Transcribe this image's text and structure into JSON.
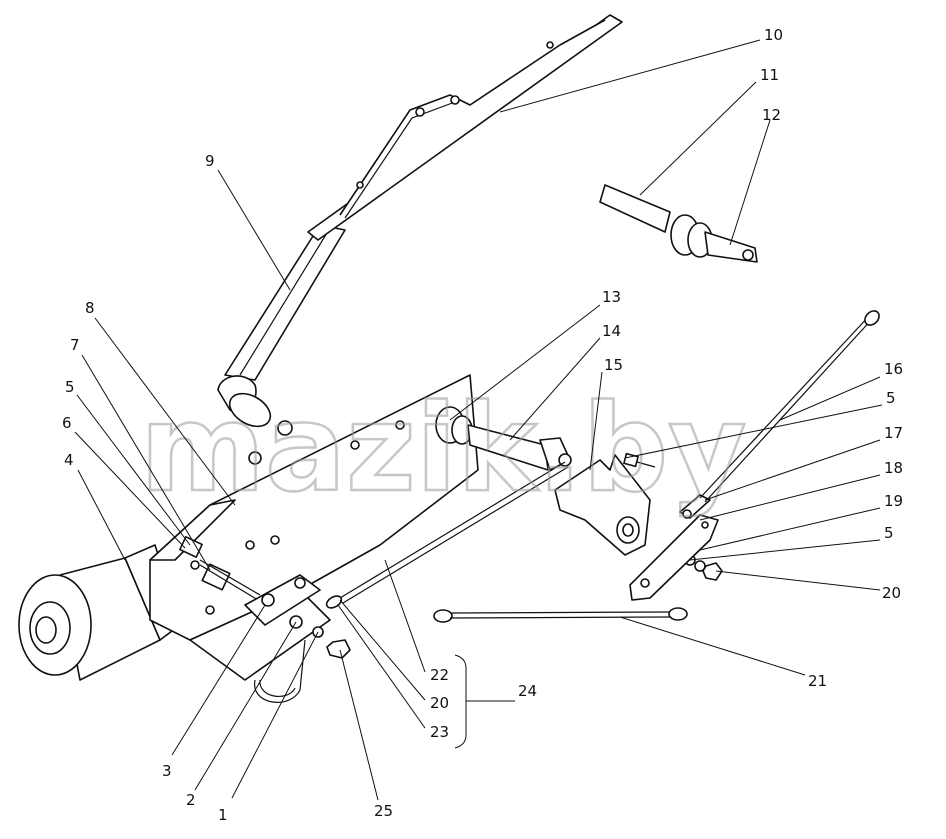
{
  "watermark": "mazik.by",
  "labels": {
    "l1": "1",
    "l2": "2",
    "l3": "3",
    "l4": "4",
    "l5a": "5",
    "l5b": "5",
    "l5c": "5",
    "l6": "6",
    "l7": "7",
    "l8": "8",
    "l9": "9",
    "l10": "10",
    "l11": "11",
    "l12": "12",
    "l13": "13",
    "l14": "14",
    "l15": "15",
    "l16": "16",
    "l17": "17",
    "l18": "18",
    "l19": "19",
    "l20a": "20",
    "l20b": "20",
    "l21": "21",
    "l22": "22",
    "l23": "23",
    "l24": "24",
    "l25": "25"
  }
}
